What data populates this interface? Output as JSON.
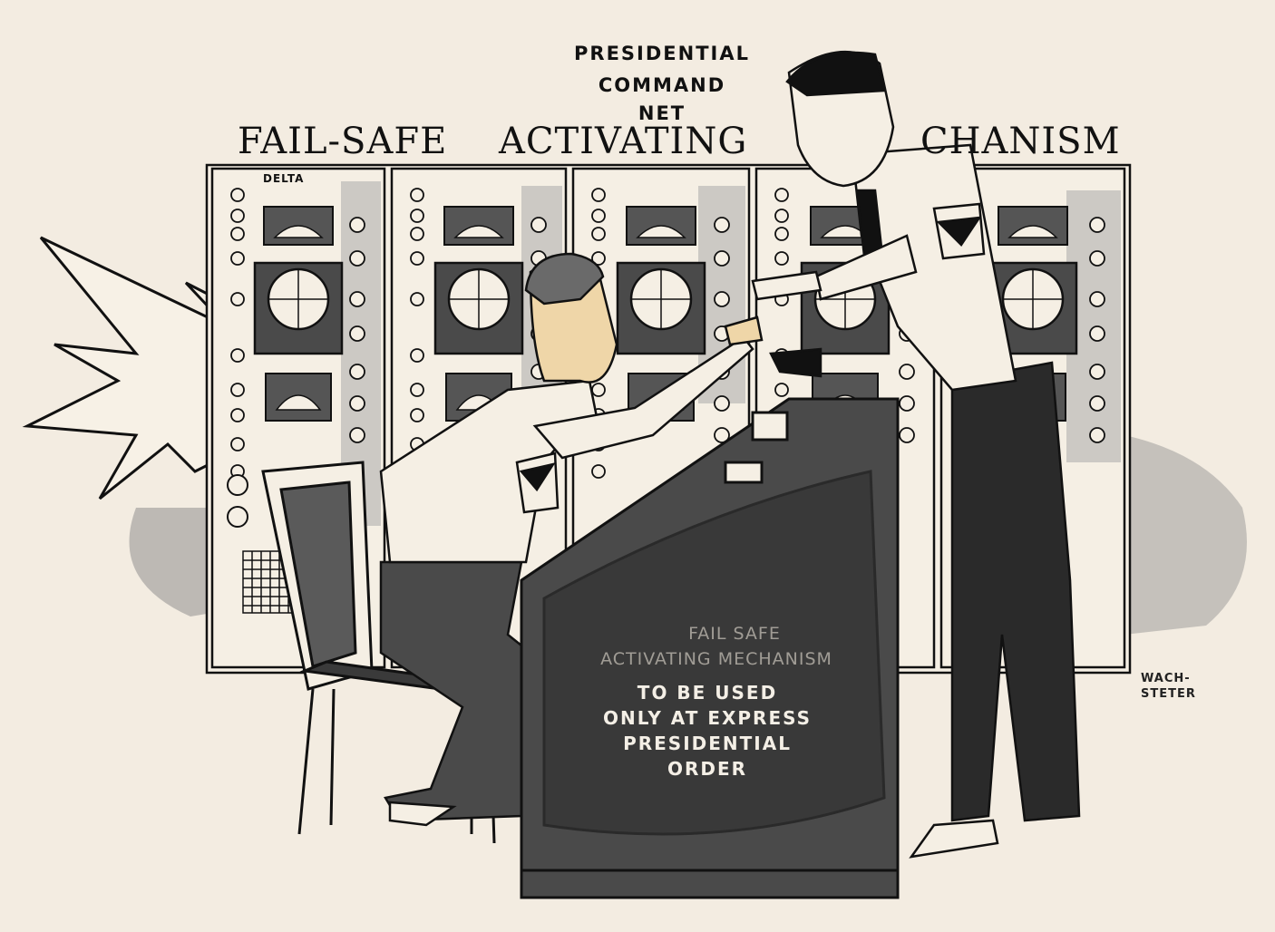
{
  "header": {
    "line1": "PRESIDENTIAL",
    "line2": "COMMAND",
    "line3": "NET"
  },
  "banner": {
    "word1": "FAIL-SAFE",
    "word2": "ACTIVATING",
    "word3_partial": "CHANISM"
  },
  "panel_label": "DELTA",
  "console": {
    "faded_line1": "FAIL SAFE",
    "faded_line2": "ACTIVATING MECHANISM",
    "warning_lines": [
      "TO BE USED",
      "ONLY AT EXPRESS",
      "PRESIDENTIAL",
      "ORDER"
    ]
  },
  "signature": [
    "WACH-",
    "STETER"
  ],
  "colors": {
    "paper": "#f3ece1",
    "ink": "#111111",
    "wash": "#8f8f8f",
    "skin": "#efd6a8"
  }
}
